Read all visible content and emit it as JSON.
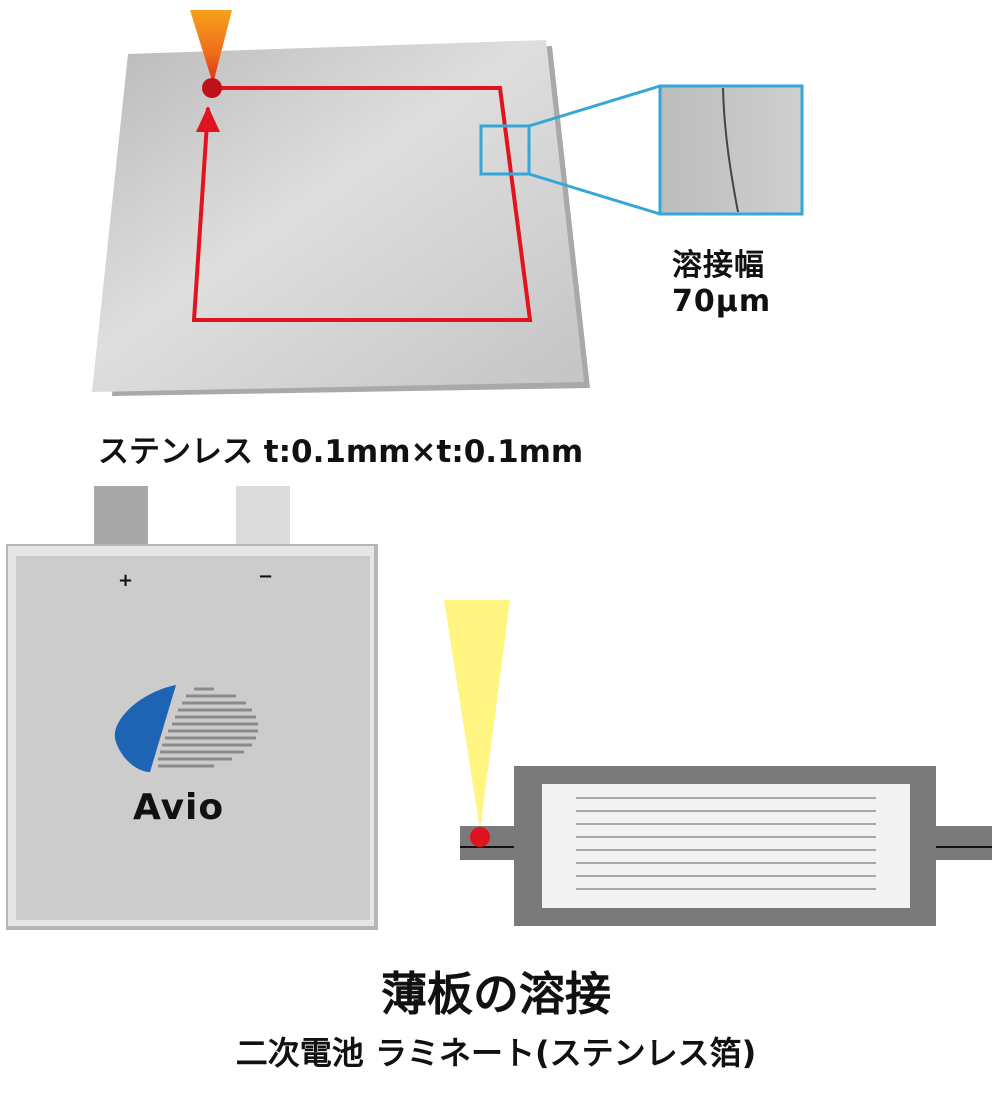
{
  "colors": {
    "weld_path": "#e0141e",
    "zoom_frame": "#35a6d8",
    "beam_orange": "#f08a1e",
    "beam_yellow": "#fff580",
    "weld_point": "#e0141e",
    "battery_body": "#cccccc",
    "laminate_frame": "#7a7a7a",
    "logo_blue": "#1e64b4"
  },
  "photo": {
    "weld_width_label": "溶接幅",
    "weld_width_value": "70μm",
    "caption": "ステンレス  t:0.1mm×t:0.1mm"
  },
  "battery": {
    "plus_label": "+",
    "minus_label": "−",
    "logo_text": "Avio"
  },
  "footer": {
    "title": "薄板の溶接",
    "subtitle": "二次電池  ラミネート(ステンレス箔)"
  }
}
